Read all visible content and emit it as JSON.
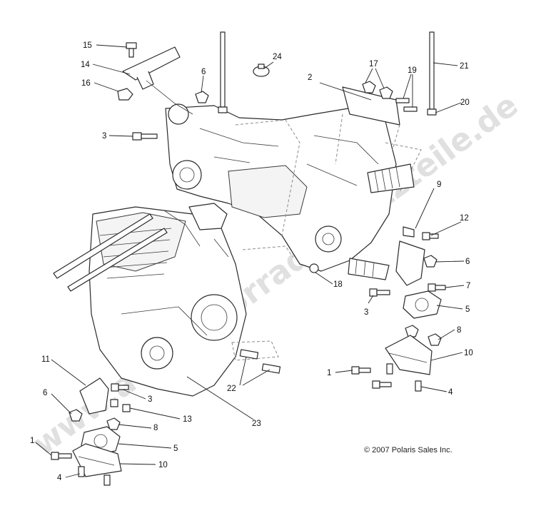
{
  "watermark": "www.atv-motorrad-ersatzteile.de",
  "copyright": "© 2007 Polaris Sales Inc.",
  "callouts": [
    {
      "id": "c15",
      "text": "15"
    },
    {
      "id": "c14",
      "text": "14"
    },
    {
      "id": "c16",
      "text": "16"
    },
    {
      "id": "c3a",
      "text": "3"
    },
    {
      "id": "c6a",
      "text": "6"
    },
    {
      "id": "c24",
      "text": "24"
    },
    {
      "id": "c2",
      "text": "2"
    },
    {
      "id": "c17",
      "text": "17"
    },
    {
      "id": "c19",
      "text": "19"
    },
    {
      "id": "c21",
      "text": "21"
    },
    {
      "id": "c20",
      "text": "20"
    },
    {
      "id": "c9",
      "text": "9"
    },
    {
      "id": "c12",
      "text": "12"
    },
    {
      "id": "c6b",
      "text": "6"
    },
    {
      "id": "c18",
      "text": "18"
    },
    {
      "id": "c7",
      "text": "7"
    },
    {
      "id": "c3b",
      "text": "3"
    },
    {
      "id": "c5a",
      "text": "5"
    },
    {
      "id": "c8a",
      "text": "8"
    },
    {
      "id": "c10a",
      "text": "10"
    },
    {
      "id": "c1a",
      "text": "1"
    },
    {
      "id": "c4a",
      "text": "4"
    },
    {
      "id": "c11",
      "text": "11"
    },
    {
      "id": "c6c",
      "text": "6"
    },
    {
      "id": "c3c",
      "text": "3"
    },
    {
      "id": "c13",
      "text": "13"
    },
    {
      "id": "c22",
      "text": "22"
    },
    {
      "id": "c23",
      "text": "23"
    },
    {
      "id": "c8b",
      "text": "8"
    },
    {
      "id": "c1b",
      "text": "1"
    },
    {
      "id": "c5b",
      "text": "5"
    },
    {
      "id": "c4b",
      "text": "4"
    },
    {
      "id": "c10b",
      "text": "10"
    }
  ]
}
